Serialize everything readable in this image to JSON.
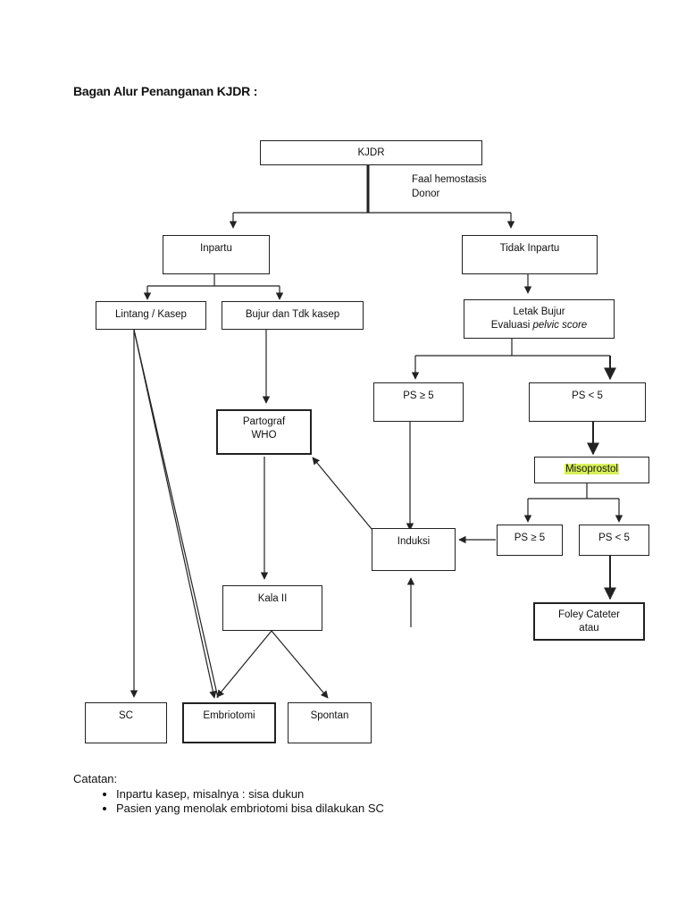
{
  "title": "Bagan Alur Penanganan KJDR :",
  "nodes": {
    "kjdr": "KJDR",
    "faal": "Faal hemostasis",
    "donor": "Donor",
    "inpartu": "Inpartu",
    "tidak_inpartu": "Tidak Inpartu",
    "lintang": "Lintang / Kasep",
    "bujur_tdk": "Bujur dan Tdk kasep",
    "letak_bujur": "Letak Bujur",
    "evaluasi_prefix": "Evaluasi ",
    "evaluasi_italic": "pelvic score",
    "ps_ge5_top": "PS ≥  5",
    "ps_lt5_top": "PS < 5",
    "partograf_1": "Partograf",
    "partograf_2": "WHO",
    "misoprostol": "Misoprostol",
    "induksi": "Induksi",
    "ps_ge5_bottom": "PS ≥  5",
    "ps_lt5_bottom": "PS < 5",
    "kala_ii": "Kala II",
    "foley_1": "Foley Cateter",
    "foley_2": "atau",
    "sc": "SC",
    "embriotomi": "Embriotomi",
    "spontan": "Spontan"
  },
  "notes": {
    "heading": "Catatan:",
    "items": [
      "Inpartu kasep, misalnya : sisa dukun",
      "Pasien yang menolak embriotomi bisa dilakukan SC"
    ]
  },
  "colors": {
    "highlight": "#d8f05a",
    "line": "#222222"
  }
}
